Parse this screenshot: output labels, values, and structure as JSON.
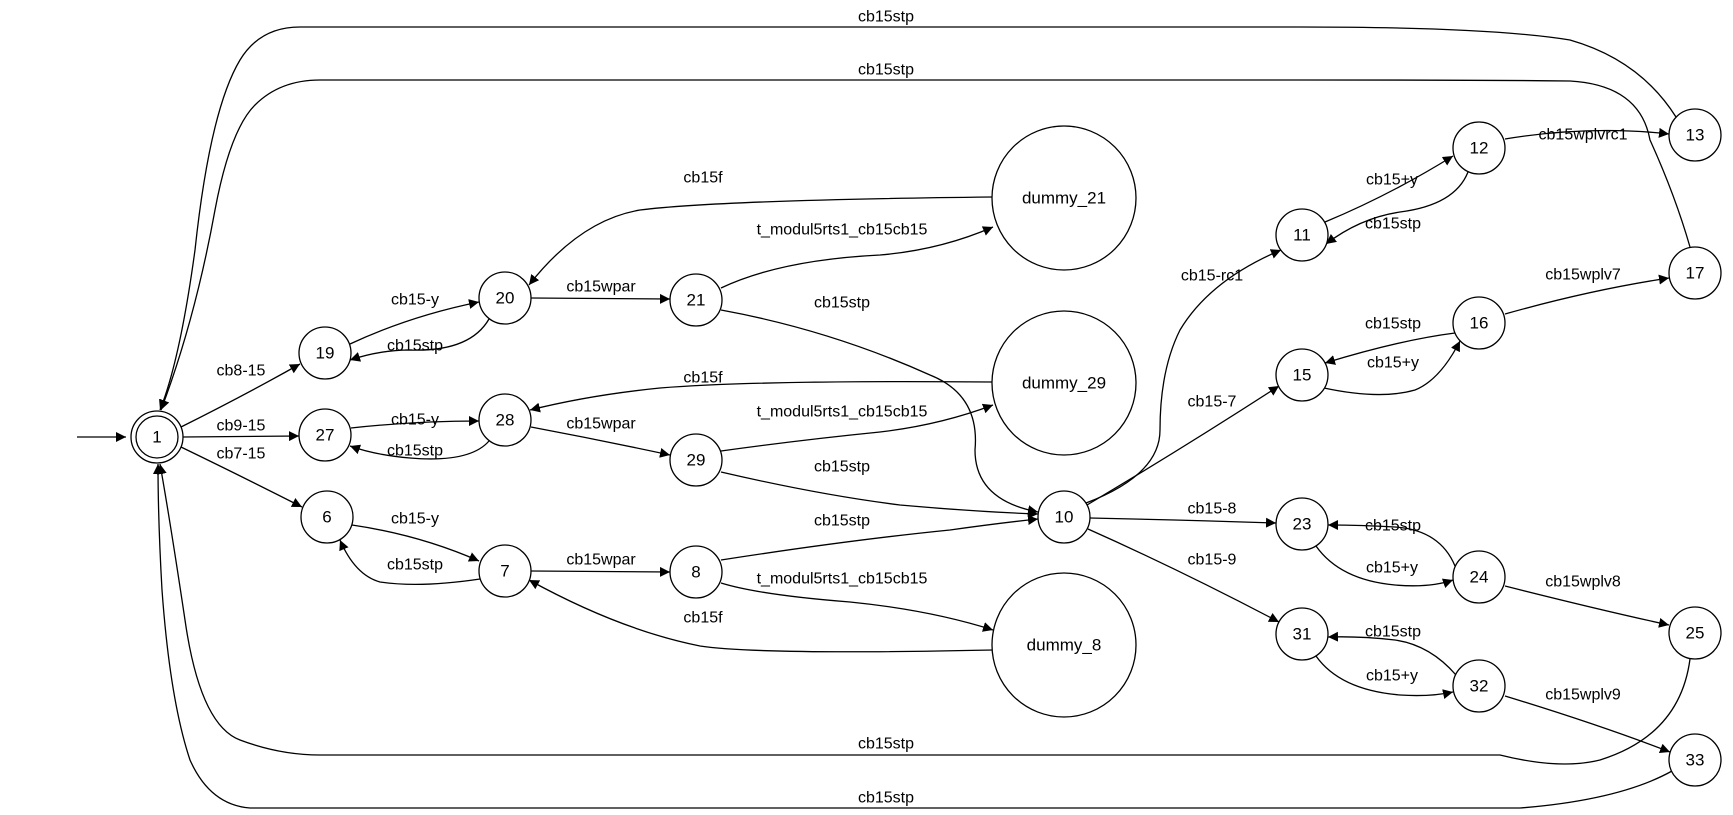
{
  "colors": {
    "stroke": "#000000",
    "fill": "#ffffff",
    "background": "#ffffff"
  },
  "nodes": [
    {
      "id": "1",
      "label": "1",
      "accepting": true
    },
    {
      "id": "19",
      "label": "19"
    },
    {
      "id": "27",
      "label": "27"
    },
    {
      "id": "6",
      "label": "6"
    },
    {
      "id": "20",
      "label": "20"
    },
    {
      "id": "28",
      "label": "28"
    },
    {
      "id": "7",
      "label": "7"
    },
    {
      "id": "21",
      "label": "21"
    },
    {
      "id": "29",
      "label": "29"
    },
    {
      "id": "8",
      "label": "8"
    },
    {
      "id": "dummy_21",
      "label": "dummy_21"
    },
    {
      "id": "dummy_29",
      "label": "dummy_29"
    },
    {
      "id": "dummy_8",
      "label": "dummy_8"
    },
    {
      "id": "10",
      "label": "10"
    },
    {
      "id": "11",
      "label": "11"
    },
    {
      "id": "15",
      "label": "15"
    },
    {
      "id": "23",
      "label": "23"
    },
    {
      "id": "31",
      "label": "31"
    },
    {
      "id": "12",
      "label": "12"
    },
    {
      "id": "16",
      "label": "16"
    },
    {
      "id": "24",
      "label": "24"
    },
    {
      "id": "32",
      "label": "32"
    },
    {
      "id": "13",
      "label": "13"
    },
    {
      "id": "17",
      "label": "17"
    },
    {
      "id": "25",
      "label": "25"
    },
    {
      "id": "33",
      "label": "33"
    }
  ],
  "edges": [
    {
      "id": "e-1-19",
      "from": "1",
      "to": "19",
      "label": "cb8-15"
    },
    {
      "id": "e-1-27",
      "from": "1",
      "to": "27",
      "label": "cb9-15"
    },
    {
      "id": "e-1-6",
      "from": "1",
      "to": "6",
      "label": "cb7-15"
    },
    {
      "id": "e-19-20",
      "from": "19",
      "to": "20",
      "label": "cb15-y"
    },
    {
      "id": "e-20-19",
      "from": "20",
      "to": "19",
      "label": "cb15stp"
    },
    {
      "id": "e-27-28",
      "from": "27",
      "to": "28",
      "label": "cb15-y"
    },
    {
      "id": "e-28-27",
      "from": "28",
      "to": "27",
      "label": "cb15stp"
    },
    {
      "id": "e-6-7",
      "from": "6",
      "to": "7",
      "label": "cb15-y"
    },
    {
      "id": "e-7-6",
      "from": "7",
      "to": "6",
      "label": "cb15stp"
    },
    {
      "id": "e-20-21",
      "from": "20",
      "to": "21",
      "label": "cb15wpar"
    },
    {
      "id": "e-28-29",
      "from": "28",
      "to": "29",
      "label": "cb15wpar"
    },
    {
      "id": "e-7-8",
      "from": "7",
      "to": "8",
      "label": "cb15wpar"
    },
    {
      "id": "e-21-d21",
      "from": "21",
      "to": "dummy_21",
      "label": "t_modul5rts1_cb15cb15"
    },
    {
      "id": "e-d21-20",
      "from": "dummy_21",
      "to": "20",
      "label": "cb15f"
    },
    {
      "id": "e-29-d29",
      "from": "29",
      "to": "dummy_29",
      "label": "t_modul5rts1_cb15cb15"
    },
    {
      "id": "e-d29-28",
      "from": "dummy_29",
      "to": "28",
      "label": "cb15f"
    },
    {
      "id": "e-8-d8",
      "from": "8",
      "to": "dummy_8",
      "label": "t_modul5rts1_cb15cb15"
    },
    {
      "id": "e-d8-7",
      "from": "dummy_8",
      "to": "7",
      "label": "cb15f"
    },
    {
      "id": "e-21-10",
      "from": "21",
      "to": "10",
      "label": "cb15stp"
    },
    {
      "id": "e-29-10",
      "from": "29",
      "to": "10",
      "label": "cb15stp"
    },
    {
      "id": "e-8-10",
      "from": "8",
      "to": "10",
      "label": "cb15stp"
    },
    {
      "id": "e-10-11",
      "from": "10",
      "to": "11",
      "label": "cb15-rc1"
    },
    {
      "id": "e-10-15",
      "from": "10",
      "to": "15",
      "label": "cb15-7"
    },
    {
      "id": "e-10-23",
      "from": "10",
      "to": "23",
      "label": "cb15-8"
    },
    {
      "id": "e-10-31",
      "from": "10",
      "to": "31",
      "label": "cb15-9"
    },
    {
      "id": "e-11-12",
      "from": "11",
      "to": "12",
      "label": "cb15+y"
    },
    {
      "id": "e-12-11",
      "from": "12",
      "to": "11",
      "label": "cb15stp"
    },
    {
      "id": "e-15-16",
      "from": "15",
      "to": "16",
      "label": "cb15+y"
    },
    {
      "id": "e-16-15",
      "from": "16",
      "to": "15",
      "label": "cb15stp"
    },
    {
      "id": "e-23-24",
      "from": "23",
      "to": "24",
      "label": "cb15+y"
    },
    {
      "id": "e-24-23",
      "from": "24",
      "to": "23",
      "label": "cb15stp"
    },
    {
      "id": "e-31-32",
      "from": "31",
      "to": "32",
      "label": "cb15+y"
    },
    {
      "id": "e-32-31",
      "from": "32",
      "to": "31",
      "label": "cb15stp"
    },
    {
      "id": "e-12-13",
      "from": "12",
      "to": "13",
      "label": "cb15wplvrc1"
    },
    {
      "id": "e-16-17",
      "from": "16",
      "to": "17",
      "label": "cb15wplv7"
    },
    {
      "id": "e-24-25",
      "from": "24",
      "to": "25",
      "label": "cb15wplv8"
    },
    {
      "id": "e-32-33",
      "from": "32",
      "to": "33",
      "label": "cb15wplv9"
    },
    {
      "id": "e-13-1",
      "from": "13",
      "to": "1",
      "label": "cb15stp"
    },
    {
      "id": "e-17-1",
      "from": "17",
      "to": "1",
      "label": "cb15stp"
    },
    {
      "id": "e-25-1",
      "from": "25",
      "to": "1",
      "label": "cb15stp"
    },
    {
      "id": "e-33-1",
      "from": "33",
      "to": "1",
      "label": "cb15stp"
    }
  ]
}
